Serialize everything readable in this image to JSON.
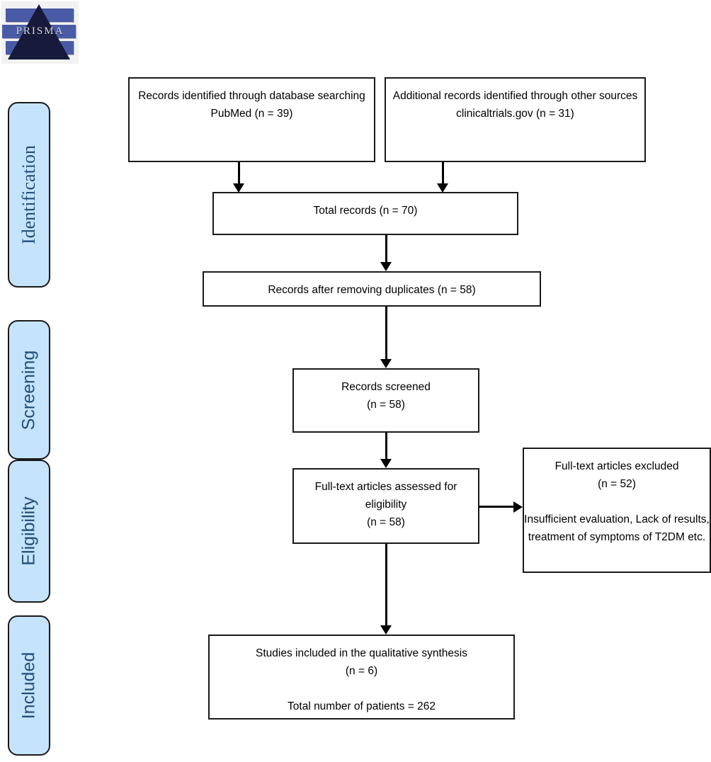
{
  "logo": {
    "name": "prisma-logo",
    "wordmark": "PRISMA",
    "triangle_color": "#181a3c",
    "bar_color": "#4a5ba6"
  },
  "stages": [
    {
      "id": "identification",
      "label": "Identification"
    },
    {
      "id": "screening",
      "label": "Screening"
    },
    {
      "id": "eligibility",
      "label": "Eligibility"
    },
    {
      "id": "included",
      "label": "Included"
    }
  ],
  "stage_style": {
    "fill": "#c5e4fb",
    "border": "#1a1a1a",
    "text_color": "#1f4e79"
  },
  "boxes": {
    "database_records": "Records identified through database searching\nPubMed (n = 39)",
    "other_records": "Additional records identified through other sources\nclinicaltrials.gov (n = 31)",
    "total_records": "Total records (n = 70)",
    "after_duplicates": "Records after removing duplicates (n = 58)",
    "records_screened": "Records screened\n(n = 58)",
    "fulltext_assessed": "Full-text articles assessed for eligibility\n(n = 58)",
    "fulltext_excluded": "Full-text articles excluded\n(n = 52)\n\nInsufficient evaluation, Lack of results, treatment of symptoms of T2DM etc.",
    "studies_included": "Studies included in the qualitative synthesis\n(n = 6)\n\nTotal number of patients = 262"
  },
  "chart_data": {
    "type": "diagram",
    "title": "PRISMA flow diagram",
    "nodes": [
      {
        "id": "database_records",
        "stage": "Identification",
        "label": "Records identified through database searching PubMed",
        "n": 39
      },
      {
        "id": "other_records",
        "stage": "Identification",
        "label": "Additional records identified through other sources clinicaltrials.gov",
        "n": 31
      },
      {
        "id": "total_records",
        "stage": "Identification",
        "label": "Total records",
        "n": 70
      },
      {
        "id": "after_duplicates",
        "stage": "Identification",
        "label": "Records after removing duplicates",
        "n": 58
      },
      {
        "id": "records_screened",
        "stage": "Screening",
        "label": "Records screened",
        "n": 58
      },
      {
        "id": "fulltext_assessed",
        "stage": "Eligibility",
        "label": "Full-text articles assessed for eligibility",
        "n": 58
      },
      {
        "id": "fulltext_excluded",
        "stage": "Eligibility",
        "label": "Full-text articles excluded",
        "n": 52,
        "reasons": "Insufficient evaluation, Lack of results, treatment of symptoms of T2DM etc."
      },
      {
        "id": "studies_included",
        "stage": "Included",
        "label": "Studies included in the qualitative synthesis",
        "n": 6,
        "total_patients": 262
      }
    ],
    "edges": [
      {
        "from": "database_records",
        "to": "total_records"
      },
      {
        "from": "other_records",
        "to": "total_records"
      },
      {
        "from": "total_records",
        "to": "after_duplicates"
      },
      {
        "from": "after_duplicates",
        "to": "records_screened"
      },
      {
        "from": "records_screened",
        "to": "fulltext_assessed"
      },
      {
        "from": "fulltext_assessed",
        "to": "fulltext_excluded"
      },
      {
        "from": "fulltext_assessed",
        "to": "studies_included"
      }
    ]
  }
}
